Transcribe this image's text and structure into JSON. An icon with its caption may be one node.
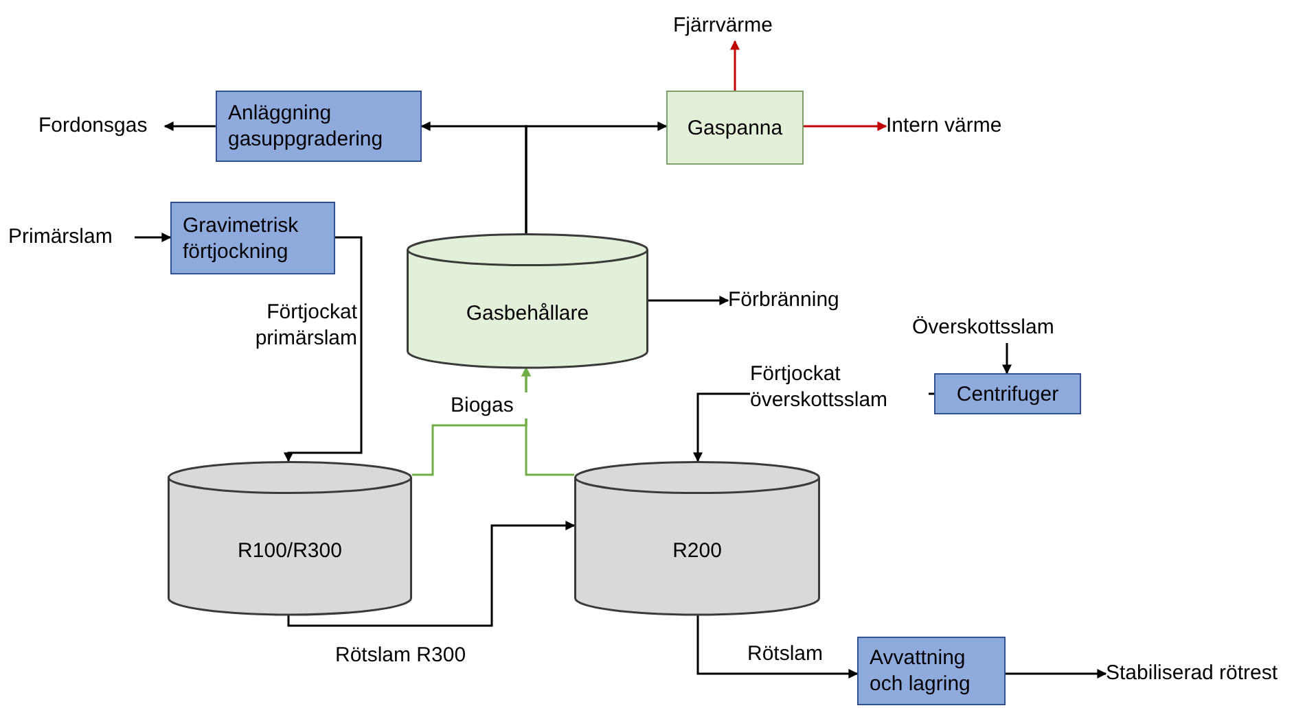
{
  "diagram": {
    "nodes": [
      {
        "text": [
          "Anläggning gasuppgradering"
        ]
      },
      {
        "text": [
          "Gaspanna"
        ]
      },
      {
        "text": [
          "Fjärrvärme"
        ]
      },
      {
        "text": [
          "Intern värme"
        ]
      },
      {
        "text": [
          "Fordonsgas"
        ]
      },
      {
        "text": [
          "Primärslam"
        ]
      },
      {
        "text": [
          "Gravimetrisk förtjockning"
        ]
      },
      {
        "text": [
          "Gasbehållare"
        ]
      },
      {
        "text": [
          "Förbränning"
        ]
      },
      {
        "text": [
          "Överskottsslam"
        ]
      },
      {
        "text": [
          "Centrifuger"
        ]
      },
      {
        "text": [
          "R100/R300"
        ]
      },
      {
        "text": [
          "R200"
        ]
      },
      {
        "text": [
          "Avvattning och lagring"
        ]
      },
      {
        "text": [
          "Stabiliserad rötrest"
        ]
      }
    ],
    "edges": [
      {
        "from": 7,
        "to": 0,
        "arrow": "to"
      },
      {
        "from": 7,
        "to": 1,
        "arrow": "to"
      },
      {
        "from": 0,
        "to": 4,
        "arrow": "to"
      },
      {
        "from": 1,
        "to": 2,
        "arrow": "to",
        "color": "#c00000"
      },
      {
        "from": 1,
        "to": 3,
        "arrow": "to",
        "color": "#c00000"
      },
      {
        "from": 5,
        "to": 6,
        "arrow": "to"
      },
      {
        "from": 6,
        "to": 11,
        "arrow": "to",
        "label": "Förtjockat primärslam"
      },
      {
        "from": 7,
        "to": 8,
        "arrow": "to"
      },
      {
        "from": 9,
        "to": 10,
        "arrow": "to"
      },
      {
        "from": 10,
        "to": 12,
        "arrow": "to",
        "label": "Förtjockat överskottsslam"
      },
      {
        "from": 11,
        "to": 7,
        "arrow": "to",
        "color": "#70ad47",
        "label": "Biogas"
      },
      {
        "from": 12,
        "to": 7,
        "arrow": "to",
        "color": "#70ad47"
      },
      {
        "from": 11,
        "to": 12,
        "arrow": "to",
        "label": "Rötslam R300"
      },
      {
        "from": 12,
        "to": 13,
        "arrow": "to",
        "label": "Rötslam"
      },
      {
        "from": 13,
        "to": 14,
        "arrow": "to"
      }
    ]
  }
}
